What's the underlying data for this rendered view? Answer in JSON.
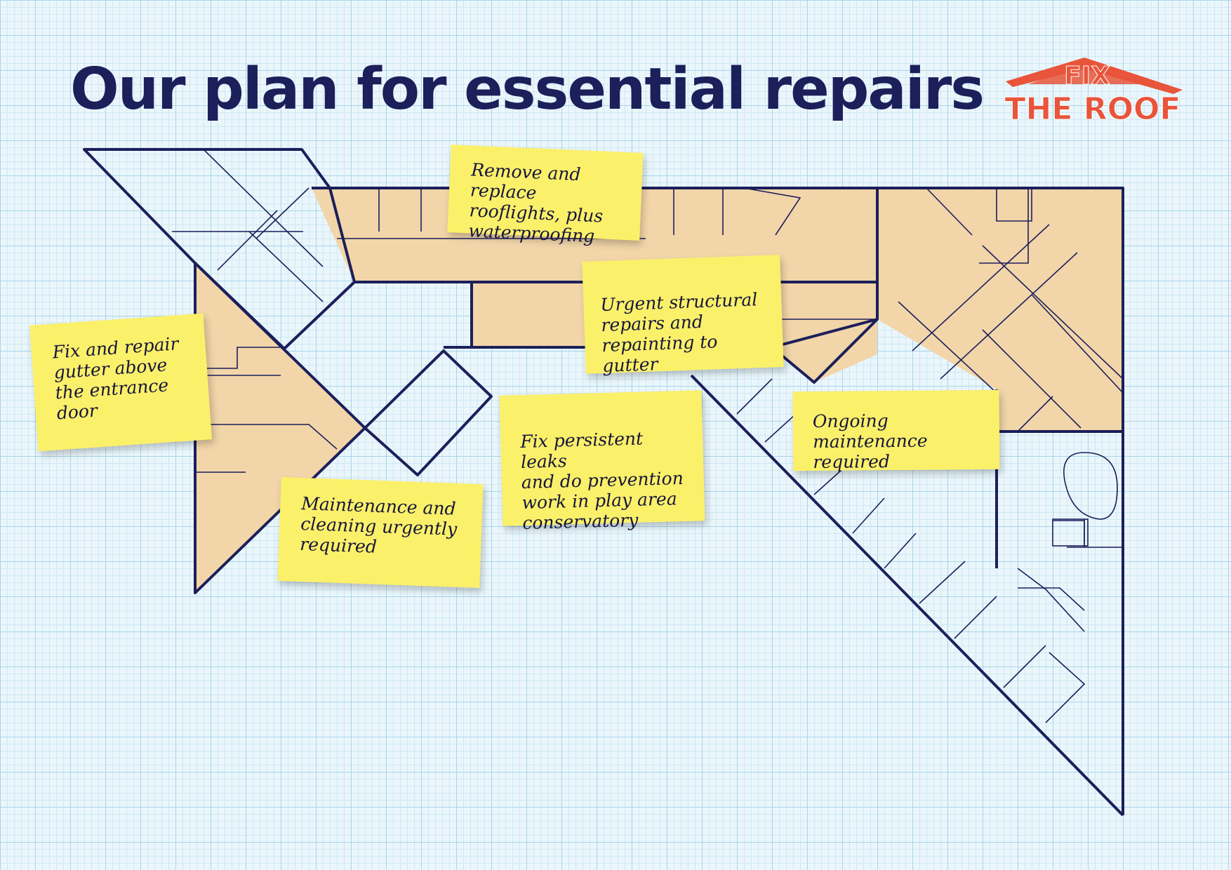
{
  "title": "Our plan for essential repairs",
  "logo": {
    "line1": "FIX",
    "line2": "THE ROOF",
    "color": "#e8553a"
  },
  "colors": {
    "wall": "#1b1f5a",
    "room_fill": "#f2d5a9",
    "note": "#fbf06a",
    "grid_major": "#a8d6ea",
    "grid_minor": "#cfe8f3"
  },
  "notes": [
    {
      "id": "gutter",
      "text": "Fix and repair\ngutter above\nthe entrance\ndoor"
    },
    {
      "id": "rooflights",
      "text": "Remove and replace\nrooflights, plus\nwaterproofing"
    },
    {
      "id": "structural",
      "text": "Urgent structural\nrepairs and\nrepainting to gutter"
    },
    {
      "id": "maintenance",
      "text": "Maintenance and\ncleaning urgently\nrequired"
    },
    {
      "id": "leaks",
      "text": "Fix persistent leaks\nand do prevention\nwork in play area\nconservatory"
    },
    {
      "id": "ongoing",
      "text": "Ongoing\nmaintenance required"
    }
  ]
}
